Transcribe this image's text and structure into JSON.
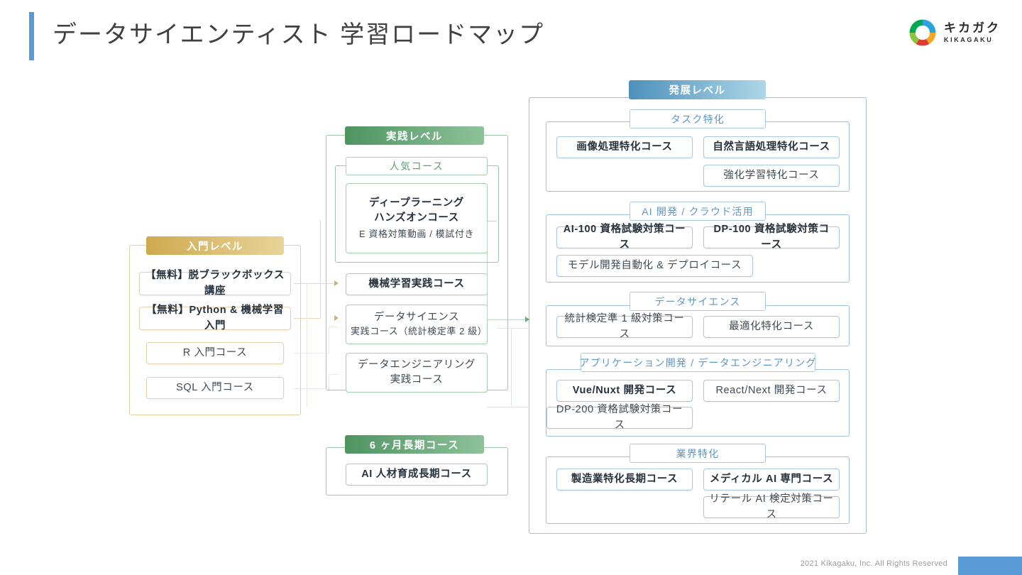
{
  "header": {
    "title": "データサイエンティスト 学習ロードマップ",
    "accent_color": "#5b9bd5",
    "logo": {
      "jp": "キカガク",
      "en": "KIKAGAKU"
    }
  },
  "entry_level": {
    "title": "入門レベル",
    "accent_color": "#cfa94e",
    "courses": [
      {
        "label": "【無料】脱ブラックボックス講座",
        "bold": true
      },
      {
        "label": "【無料】Python & 機械学習入門",
        "bold": true
      },
      {
        "label": "R 入門コース",
        "bold": false
      },
      {
        "label": "SQL 入門コース",
        "bold": false
      }
    ]
  },
  "practice_level": {
    "title": "実践レベル",
    "accent_color": "#4e9461",
    "popular_group": {
      "title": "人気コース",
      "course": {
        "line1": "ディープラーニング",
        "line2": "ハンズオンコース",
        "line3": "E 資格対策動画 / 模試付き"
      }
    },
    "courses": [
      {
        "line1": "機械学習実践コース",
        "line2": "",
        "bold": true
      },
      {
        "line1": "データサイエンス",
        "line2": "実践コース（統計検定準 2 級）",
        "bold": false
      },
      {
        "line1": "データエンジニアリング",
        "line2": "実践コース",
        "bold": false
      }
    ]
  },
  "long_course": {
    "title": "6 ヶ月長期コース",
    "accent_color": "#4e9461",
    "courses": [
      {
        "label": "AI 人材育成長期コース",
        "bold": true
      }
    ]
  },
  "advanced_level": {
    "title": "発展レベル",
    "accent_color": "#4e90bb",
    "groups": [
      {
        "title": "タスク特化",
        "courses": [
          {
            "label": "画像処理特化コース",
            "bold": true
          },
          {
            "label": "自然言語処理特化コース",
            "bold": true
          },
          {
            "label": "強化学習特化コース",
            "bold": false
          }
        ]
      },
      {
        "title": "AI 開発 / クラウド活用",
        "courses": [
          {
            "label": "AI-100 資格試験対策コース",
            "bold": true
          },
          {
            "label": "DP-100 資格試験対策コース",
            "bold": true
          },
          {
            "label": "モデル開発自動化 & デプロイコース",
            "bold": false
          }
        ]
      },
      {
        "title": "データサイエンス",
        "courses": [
          {
            "label": "統計検定準 1 級対策コース",
            "bold": false
          },
          {
            "label": "最適化特化コース",
            "bold": false
          }
        ]
      },
      {
        "title": "アプリケーション開発 / データエンジニアリング",
        "courses": [
          {
            "label": "Vue/Nuxt 開発コース",
            "bold": true
          },
          {
            "label": "React/Next 開発コース",
            "bold": false
          },
          {
            "label": "DP-200 資格試験対策コース",
            "bold": false
          }
        ]
      },
      {
        "title": "業界特化",
        "courses": [
          {
            "label": "製造業特化長期コース",
            "bold": true
          },
          {
            "label": "メディカル AI 専門コース",
            "bold": true
          },
          {
            "label": "リテール AI 検定対策コース",
            "bold": false
          }
        ]
      }
    ]
  },
  "footer": {
    "copyright": "2021 Kikagaku, Inc. All Rights Reserved",
    "block_color": "#5b9bd5"
  }
}
